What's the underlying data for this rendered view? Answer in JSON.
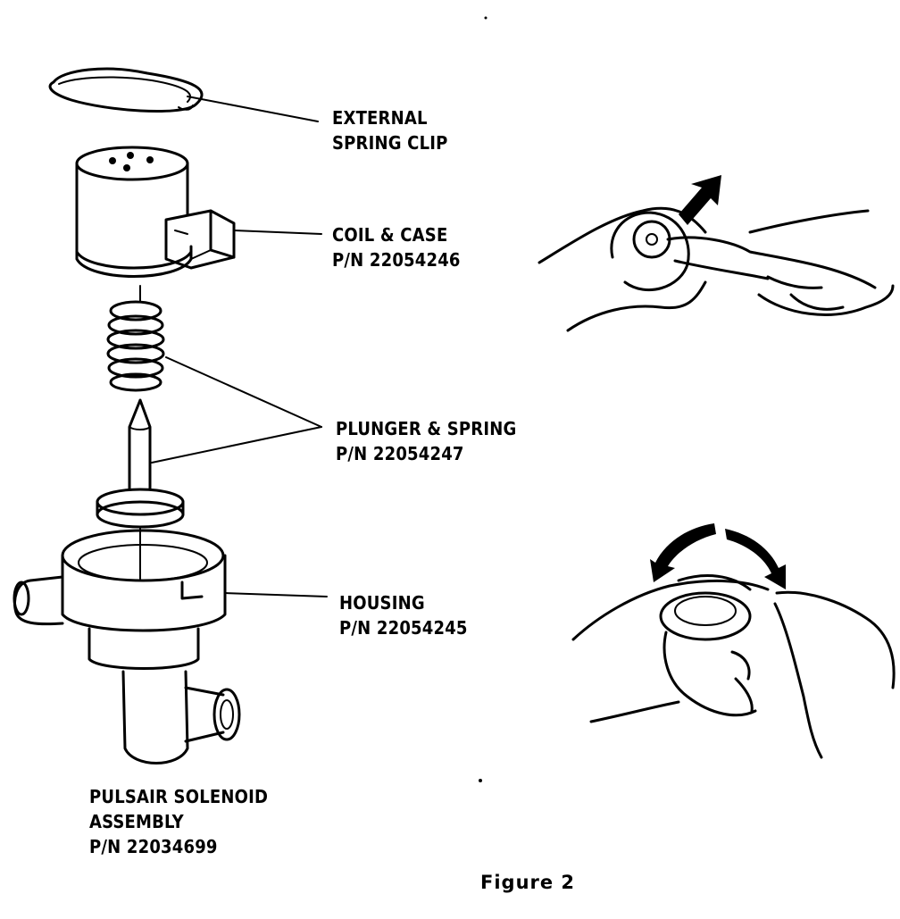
{
  "labels": {
    "external_spring_clip": [
      "EXTERNAL",
      "SPRING CLIP"
    ],
    "coil_case": [
      "COIL & CASE",
      "P/N 22054246"
    ],
    "plunger_spring": [
      "PLUNGER & SPRING",
      "P/N 22054247"
    ],
    "housing": [
      "HOUSING",
      "P/N 22054245"
    ],
    "assembly": [
      "PULSAIR SOLENOID",
      "ASSEMBLY",
      "P/N 22034699"
    ]
  },
  "caption": "Figure 2"
}
